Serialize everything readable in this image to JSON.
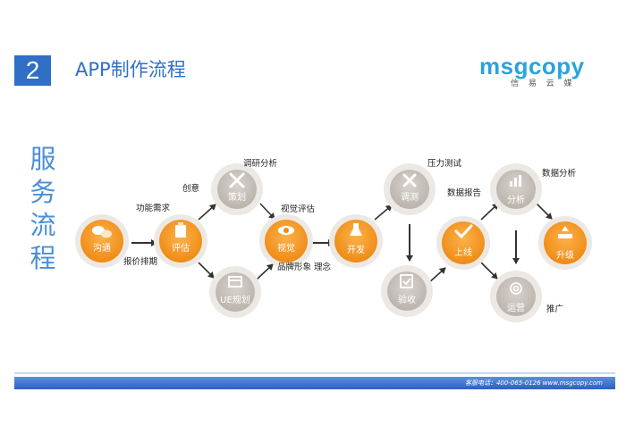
{
  "header": {
    "section_number": "2",
    "title": "APP制作流程"
  },
  "logo": {
    "brand": "msgcopy",
    "subtitle": "信 易 云 媒"
  },
  "side_title": [
    "服",
    "务",
    "流",
    "程"
  ],
  "colors": {
    "accent_blue": "#2f6fc6",
    "orange": "#f39a1e",
    "grey_node": "#c9c4be",
    "node_ring": "#ece9e5"
  },
  "nodes": [
    {
      "id": "goutong",
      "label": "沟通",
      "style": "orange",
      "icon": "chat-icon"
    },
    {
      "id": "pinggu",
      "label": "评估",
      "style": "orange",
      "icon": "clipboard-icon"
    },
    {
      "id": "cehua",
      "label": "策划",
      "style": "grey",
      "icon": "pencil-ruler-icon"
    },
    {
      "id": "uesheji",
      "label": "UE规划",
      "style": "grey",
      "icon": "layout-icon"
    },
    {
      "id": "shijue",
      "label": "视觉",
      "style": "orange",
      "icon": "eye-icon"
    },
    {
      "id": "kaifa",
      "label": "开发",
      "style": "orange",
      "icon": "flask-icon"
    },
    {
      "id": "tiaoce",
      "label": "调测",
      "style": "grey",
      "icon": "tools-icon"
    },
    {
      "id": "yanshou",
      "label": "验收",
      "style": "grey",
      "icon": "checklist-icon"
    },
    {
      "id": "shangxian",
      "label": "上线",
      "style": "orange",
      "icon": "check-icon"
    },
    {
      "id": "fenxi",
      "label": "分析",
      "style": "grey",
      "icon": "bar-chart-icon"
    },
    {
      "id": "yunying",
      "label": "运营",
      "style": "grey",
      "icon": "target-icon"
    },
    {
      "id": "shengji",
      "label": "升级",
      "style": "orange",
      "icon": "upload-icon"
    }
  ],
  "annotations": [
    {
      "id": "gongneng",
      "text": "功能需求"
    },
    {
      "id": "baojia",
      "text": "报价排期"
    },
    {
      "id": "chuangyi",
      "text": "创意"
    },
    {
      "id": "diaoyan",
      "text": "调研分析"
    },
    {
      "id": "shijuepinggu",
      "text": "视觉评估"
    },
    {
      "id": "pinpai",
      "text": "品牌形象 理念"
    },
    {
      "id": "yali",
      "text": "压力测试"
    },
    {
      "id": "shujubaogao",
      "text": "数据报告"
    },
    {
      "id": "shujufenxi",
      "text": "数据分析"
    },
    {
      "id": "tuiguang",
      "text": "推广"
    }
  ],
  "footer": {
    "contact": "客服电话：400-065-0126 www.msgcopy.com"
  }
}
